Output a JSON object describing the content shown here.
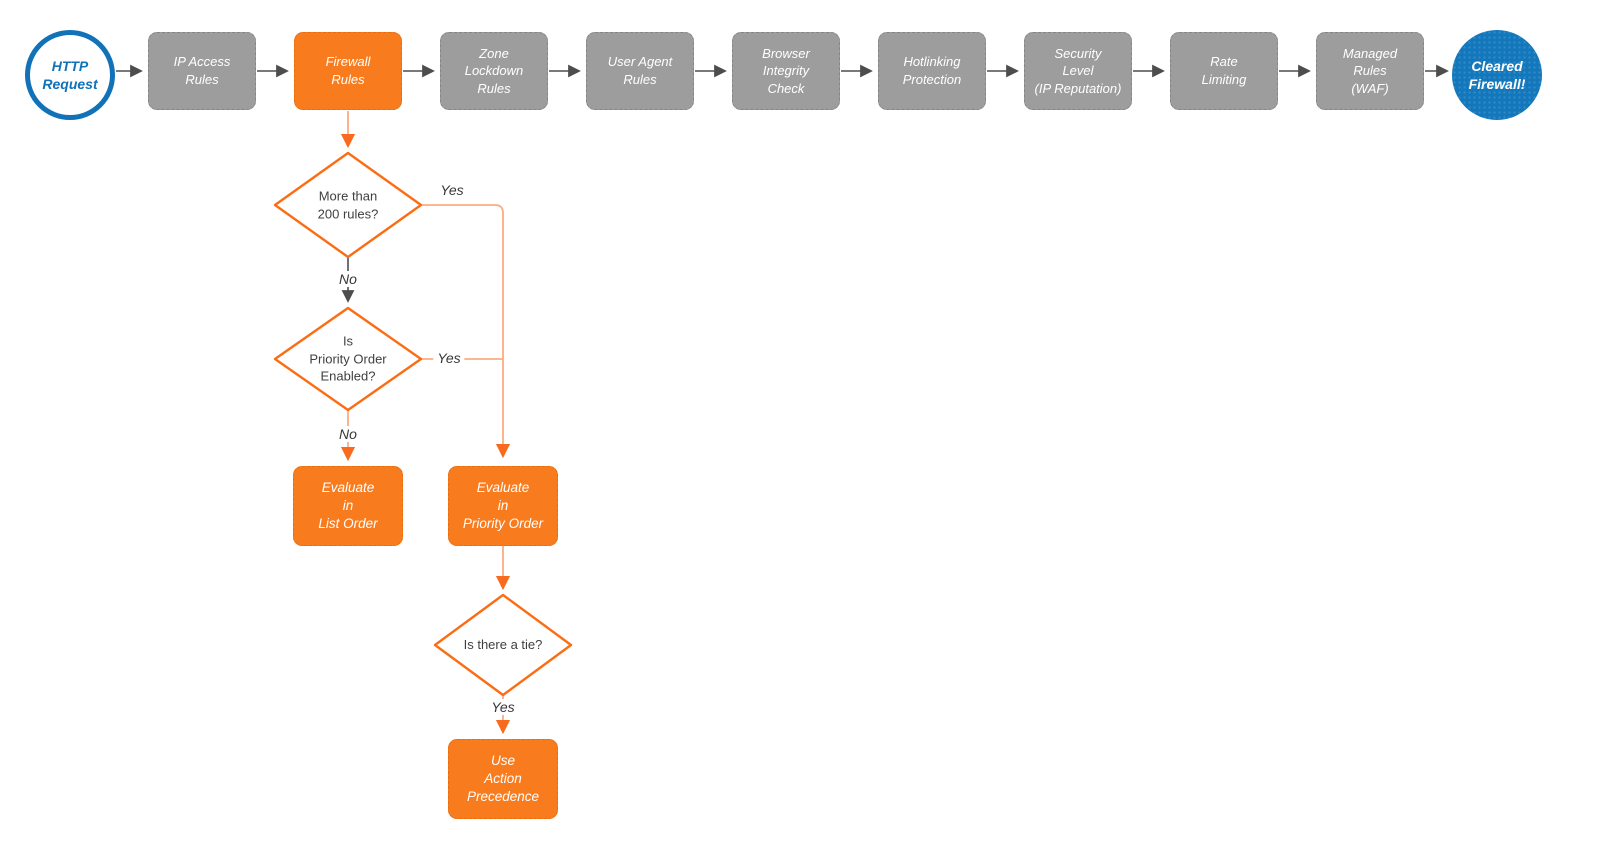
{
  "diagram": {
    "nodes": {
      "start": "HTTP\nRequest",
      "ip_access": "IP Access\nRules",
      "firewall": "Firewall\nRules",
      "zone_lockdown": "Zone\nLockdown\nRules",
      "user_agent": "User Agent\nRules",
      "browser_integrity": "Browser\nIntegrity\nCheck",
      "hotlinking": "Hotlinking\nProtection",
      "security_level": "Security\nLevel\n(IP Reputation)",
      "rate_limiting": "Rate\nLimiting",
      "managed_rules": "Managed\nRules\n(WAF)",
      "end": "Cleared\nFirewall!"
    },
    "decisions": {
      "more_than_200": "More than\n200 rules?",
      "priority_enabled": "Is\nPriority Order\nEnabled?",
      "tie": "Is there a tie?"
    },
    "actions": {
      "list_order": "Evaluate\nin\nList Order",
      "priority_order": "Evaluate\nin\nPriority Order",
      "action_precedence": "Use\nAction\nPrecedence"
    },
    "edge_labels": {
      "yes_200": "Yes",
      "no_200": "No",
      "yes_priority": "Yes",
      "no_priority": "No",
      "yes_tie": "Yes"
    }
  },
  "colors": {
    "orange": "#F87C1E",
    "orange_border": "#E56E10",
    "orange_stroke": "#FB6D14",
    "orange_line": "#FBAC80",
    "orange_arrow": "#F96A1E",
    "gray": "#9D9D9D",
    "gray_border": "#858585",
    "blue": "#1172B8",
    "blue_fill": "#1377BC",
    "arrow_dark": "#4D4D4D",
    "text_dark": "#3F3F3F"
  }
}
